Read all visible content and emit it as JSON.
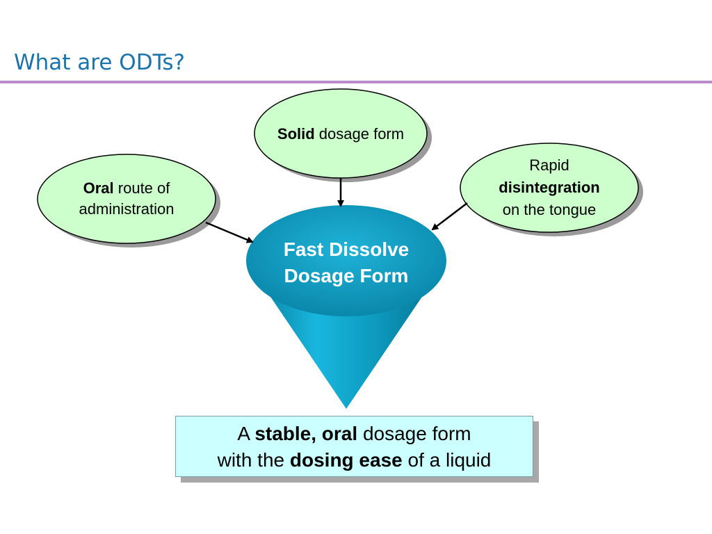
{
  "slide": {
    "title": "What are ODTs?"
  },
  "bubbles": {
    "top": {
      "bold": "Solid",
      "rest": " dosage form"
    },
    "left": {
      "bold": "Oral",
      "rest": " route of",
      "line2": "administration"
    },
    "right": {
      "line1": "Rapid",
      "bold": "disintegration",
      "line3": "on the tongue"
    }
  },
  "cone": {
    "line1": "Fast Dissolve",
    "line2": "Dosage Form"
  },
  "result": {
    "prefix": "A ",
    "bold1": "stable, oral",
    "mid": " dosage form",
    "line2_prefix": "with the ",
    "bold2": "dosing ease",
    "line2_suffix": " of a liquid"
  },
  "colors": {
    "bubble_fill": "#ccffcc",
    "cone": "#0e9fc4",
    "result_fill": "#ccffff",
    "title": "#1a73ad",
    "rule": "#b98bc8"
  }
}
